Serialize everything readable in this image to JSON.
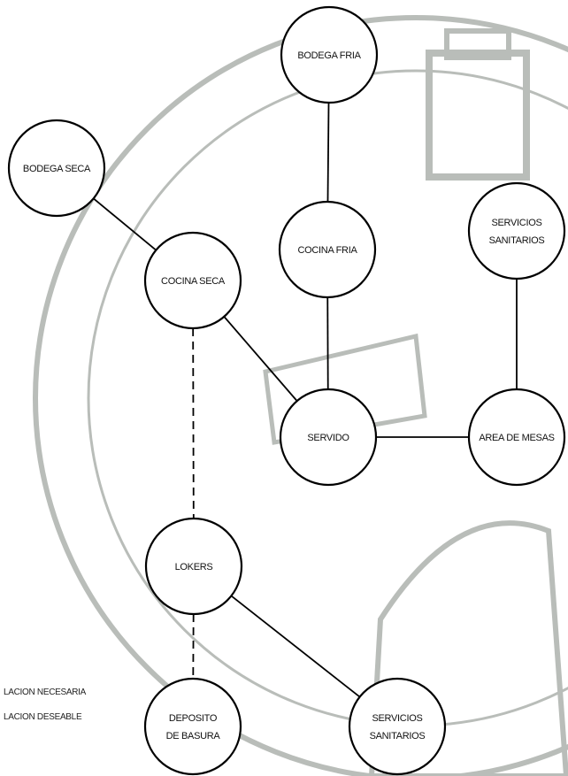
{
  "colors": {
    "watermark": "#b9bdb9",
    "line": "#000000",
    "node_fill": "#ffffff"
  },
  "nodes": [
    {
      "id": "bodega-fria",
      "lines": [
        "BODEGA FRIA"
      ]
    },
    {
      "id": "bodega-seca",
      "lines": [
        "BODEGA SECA"
      ]
    },
    {
      "id": "cocina-fria",
      "lines": [
        "COCINA FRIA"
      ]
    },
    {
      "id": "servicios-sanitarios-top",
      "lines": [
        "SERVICIOS",
        "SANITARIOS"
      ]
    },
    {
      "id": "cocina-seca",
      "lines": [
        "COCINA SECA"
      ]
    },
    {
      "id": "servido",
      "lines": [
        "SERVIDO"
      ]
    },
    {
      "id": "area-de-mesas",
      "lines": [
        "AREA DE MESAS"
      ]
    },
    {
      "id": "lokers",
      "lines": [
        "LOKERS"
      ]
    },
    {
      "id": "deposito-de-basura",
      "lines": [
        "DEPOSITO",
        "DE BASURA"
      ]
    },
    {
      "id": "servicios-sanitarios-bottom",
      "lines": [
        "SERVICIOS",
        "SANITARIOS"
      ]
    }
  ],
  "edges": [
    {
      "from": "bodega-fria",
      "to": "cocina-fria",
      "kind": "necesaria"
    },
    {
      "from": "bodega-seca",
      "to": "cocina-seca",
      "kind": "necesaria"
    },
    {
      "from": "cocina-fria",
      "to": "servido",
      "kind": "necesaria"
    },
    {
      "from": "cocina-seca",
      "to": "servido",
      "kind": "necesaria"
    },
    {
      "from": "servicios-sanitarios-top",
      "to": "area-de-mesas",
      "kind": "necesaria"
    },
    {
      "from": "servido",
      "to": "area-de-mesas",
      "kind": "necesaria"
    },
    {
      "from": "cocina-seca",
      "to": "lokers",
      "kind": "deseable"
    },
    {
      "from": "lokers",
      "to": "deposito-de-basura",
      "kind": "deseable"
    },
    {
      "from": "lokers",
      "to": "servicios-sanitarios-bottom",
      "kind": "necesaria"
    }
  ],
  "legend": {
    "necesaria": "LACION NECESARIA",
    "deseable": "LACION DESEABLE"
  }
}
